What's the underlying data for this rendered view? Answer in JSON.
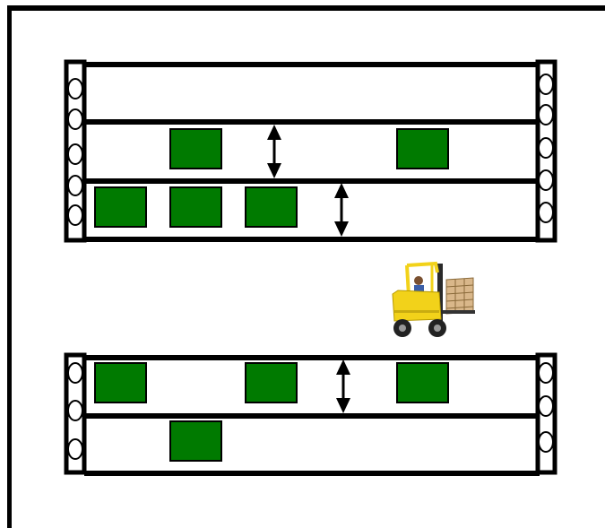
{
  "colors": {
    "background": "#ffffff",
    "line": "#000000",
    "pallet": "#007a00",
    "forklift_body": "#f2d21a",
    "cargo": "#d9b78a"
  },
  "icons": {
    "arrow": "double-headed-vertical-arrow-icon",
    "roller": "roller-icon",
    "forklift": "forklift-with-pallet-icon"
  },
  "top_rack": {
    "lanes": [
      {
        "pallets": 0
      },
      {
        "pallets": 2
      },
      {
        "pallets": 3
      }
    ]
  },
  "bottom_rack": {
    "lanes": [
      {
        "pallets": 3
      },
      {
        "pallets": 1
      }
    ]
  }
}
